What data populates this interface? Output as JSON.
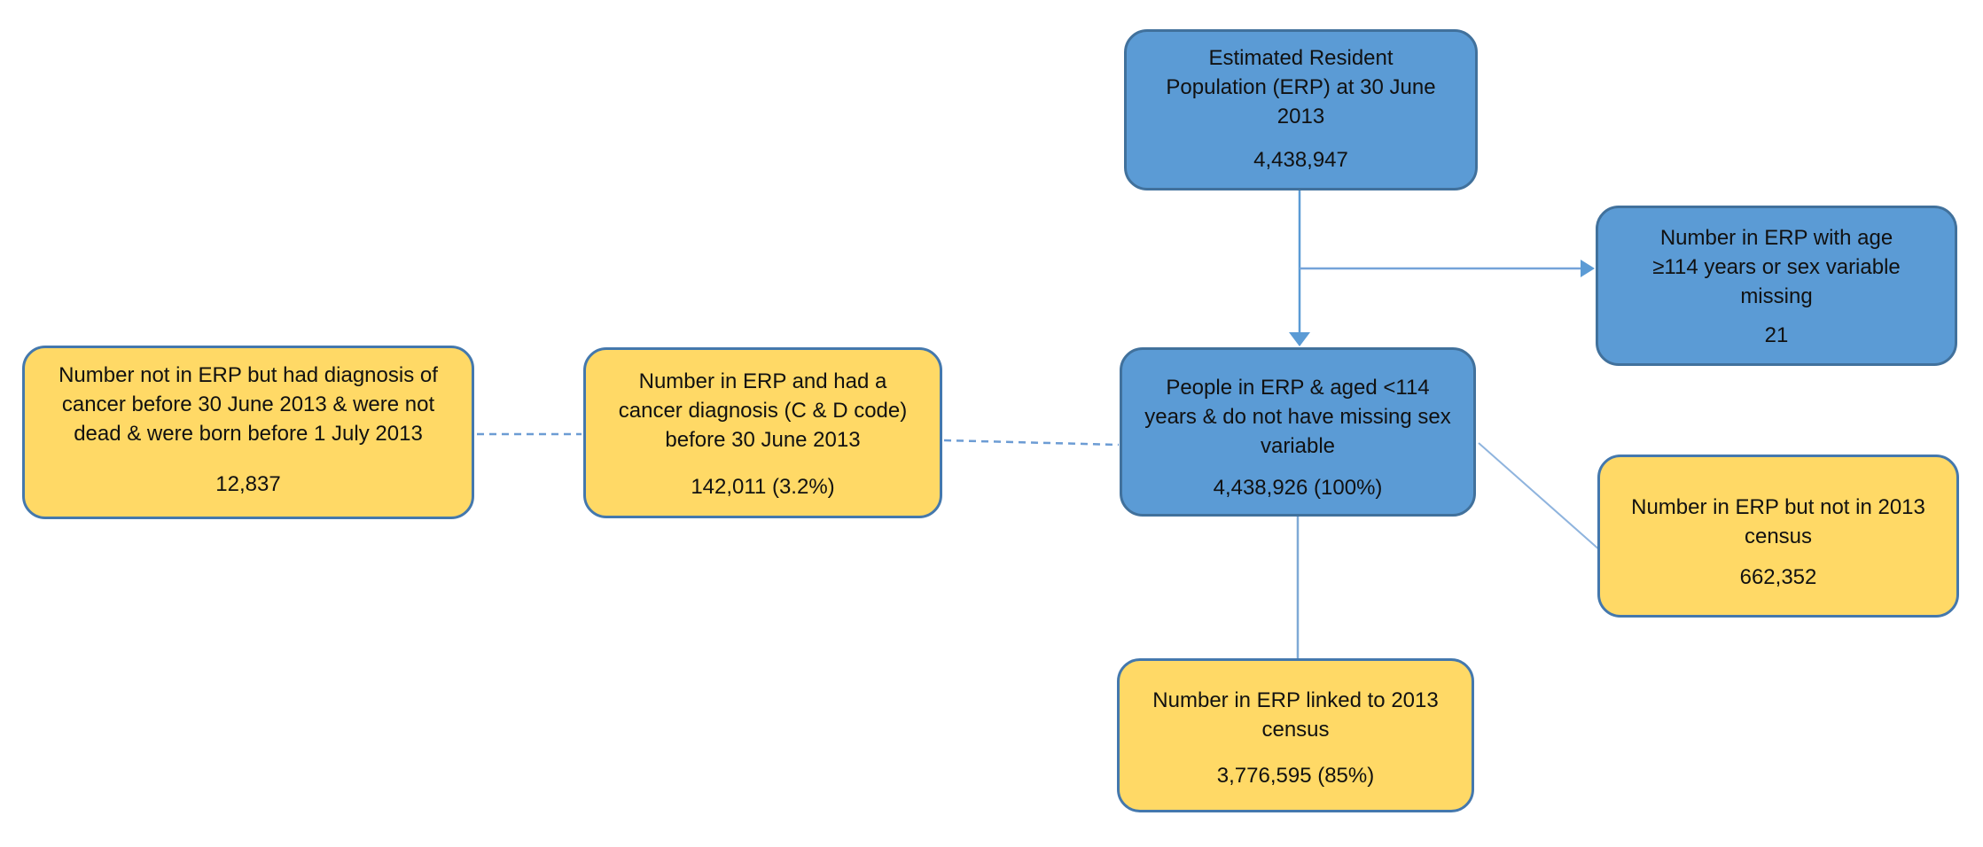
{
  "diagram": {
    "title": "ERP to 2013 census linkage flowchart",
    "background": "#ffffff",
    "colors": {
      "blue_box_fill": "#5B9BD5",
      "blue_box_border": "#41719C",
      "yellow_box_fill": "#FFD966",
      "yellow_box_border": "#4478AD",
      "connector_arrow": "#5B9BD5",
      "connector_light": "#7FA9D6",
      "connector_dashed": "#6C9CD4",
      "text": "#111111"
    },
    "nodes": [
      {
        "id": "erp",
        "type": "blue",
        "label": "Estimated Resident\nPopulation (ERP) at 30 June\n2013",
        "value": "4,438,947"
      },
      {
        "id": "age114",
        "type": "blue",
        "label": "Number in ERP with age\n≥114 years or sex variable\nmissing",
        "value": "21"
      },
      {
        "id": "people",
        "type": "blue",
        "label": "People in ERP & aged <114\nyears & do not have missing sex\nvariable",
        "value": "4,438,926 (100%)"
      },
      {
        "id": "not-in-erp",
        "type": "yellow",
        "label": "Number not in ERP but had diagnosis of\ncancer before 30 June 2013 & were not\ndead & were born before 1 July 2013",
        "value": "12,837"
      },
      {
        "id": "cancer-diagnosis",
        "type": "yellow",
        "label": "Number in ERP and had a\ncancer diagnosis (C & D code)\nbefore 30 June 2013",
        "value": "142,011 (3.2%)"
      },
      {
        "id": "not-in-census",
        "type": "yellow",
        "label": "Number in ERP but not in 2013\ncensus",
        "value": "662,352"
      },
      {
        "id": "linked-census",
        "type": "yellow",
        "label": "Number in ERP linked to 2013\ncensus",
        "value": "3,776,595 (85%)"
      }
    ],
    "connectors": [
      {
        "from": "erp",
        "to": "people",
        "style": "solid-arrow"
      },
      {
        "from": "erp",
        "to": "age114",
        "style": "solid-arrow"
      },
      {
        "from": "people",
        "to": "linked-census",
        "style": "solid-line"
      },
      {
        "from": "people",
        "to": "not-in-census",
        "style": "solid-line-diagonal"
      },
      {
        "from": "cancer-diagnosis",
        "to": "people",
        "style": "dashed-line"
      },
      {
        "from": "not-in-erp",
        "to": "cancer-diagnosis",
        "style": "dashed-line"
      }
    ]
  }
}
